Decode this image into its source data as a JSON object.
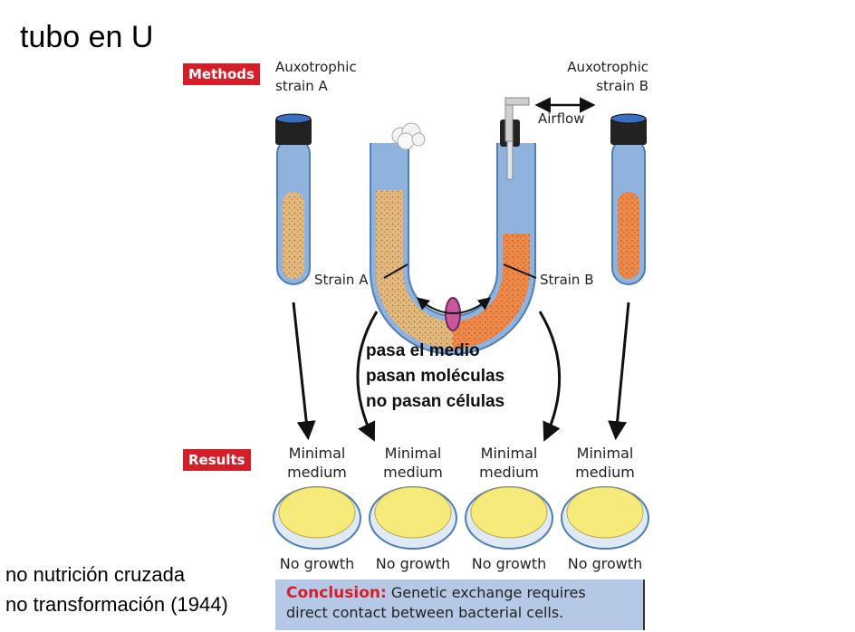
{
  "title": "tubo en U",
  "methods": {
    "badge": "Methods",
    "strain_a_label": [
      "Auxotrophic",
      "strain A"
    ],
    "strain_b_label": [
      "Auxotrophic",
      "strain B"
    ],
    "airflow": "Airflow",
    "strain_a_pointer": "Strain A",
    "strain_b_pointer": "Strain B"
  },
  "annotation": [
    "pasa el medio",
    "pasan moléculas",
    "no pasan células"
  ],
  "results": {
    "badge": "Results",
    "dishes": [
      {
        "medium": [
          "Minimal",
          "medium"
        ],
        "outcome": "No growth"
      },
      {
        "medium": [
          "Minimal",
          "medium"
        ],
        "outcome": "No growth"
      },
      {
        "medium": [
          "Minimal",
          "medium"
        ],
        "outcome": "No growth"
      },
      {
        "medium": [
          "Minimal",
          "medium"
        ],
        "outcome": "No growth"
      }
    ]
  },
  "conclusion": {
    "heading": "Conclusion:",
    "line1": "Genetic exchange requires",
    "line2": "direct contact between bacterial cells."
  },
  "side_notes": [
    "no nutrición cruzada",
    "no transformación (1944)"
  ],
  "colors": {
    "accent_red": "#d41f2a",
    "tube_blue": "#8fb3dc",
    "strain_a_fill": "#e8b87a",
    "strain_b_fill": "#e9703a",
    "agar_yellow": "#f6eb7a",
    "conclusion_bg": "#b5c8e6"
  }
}
